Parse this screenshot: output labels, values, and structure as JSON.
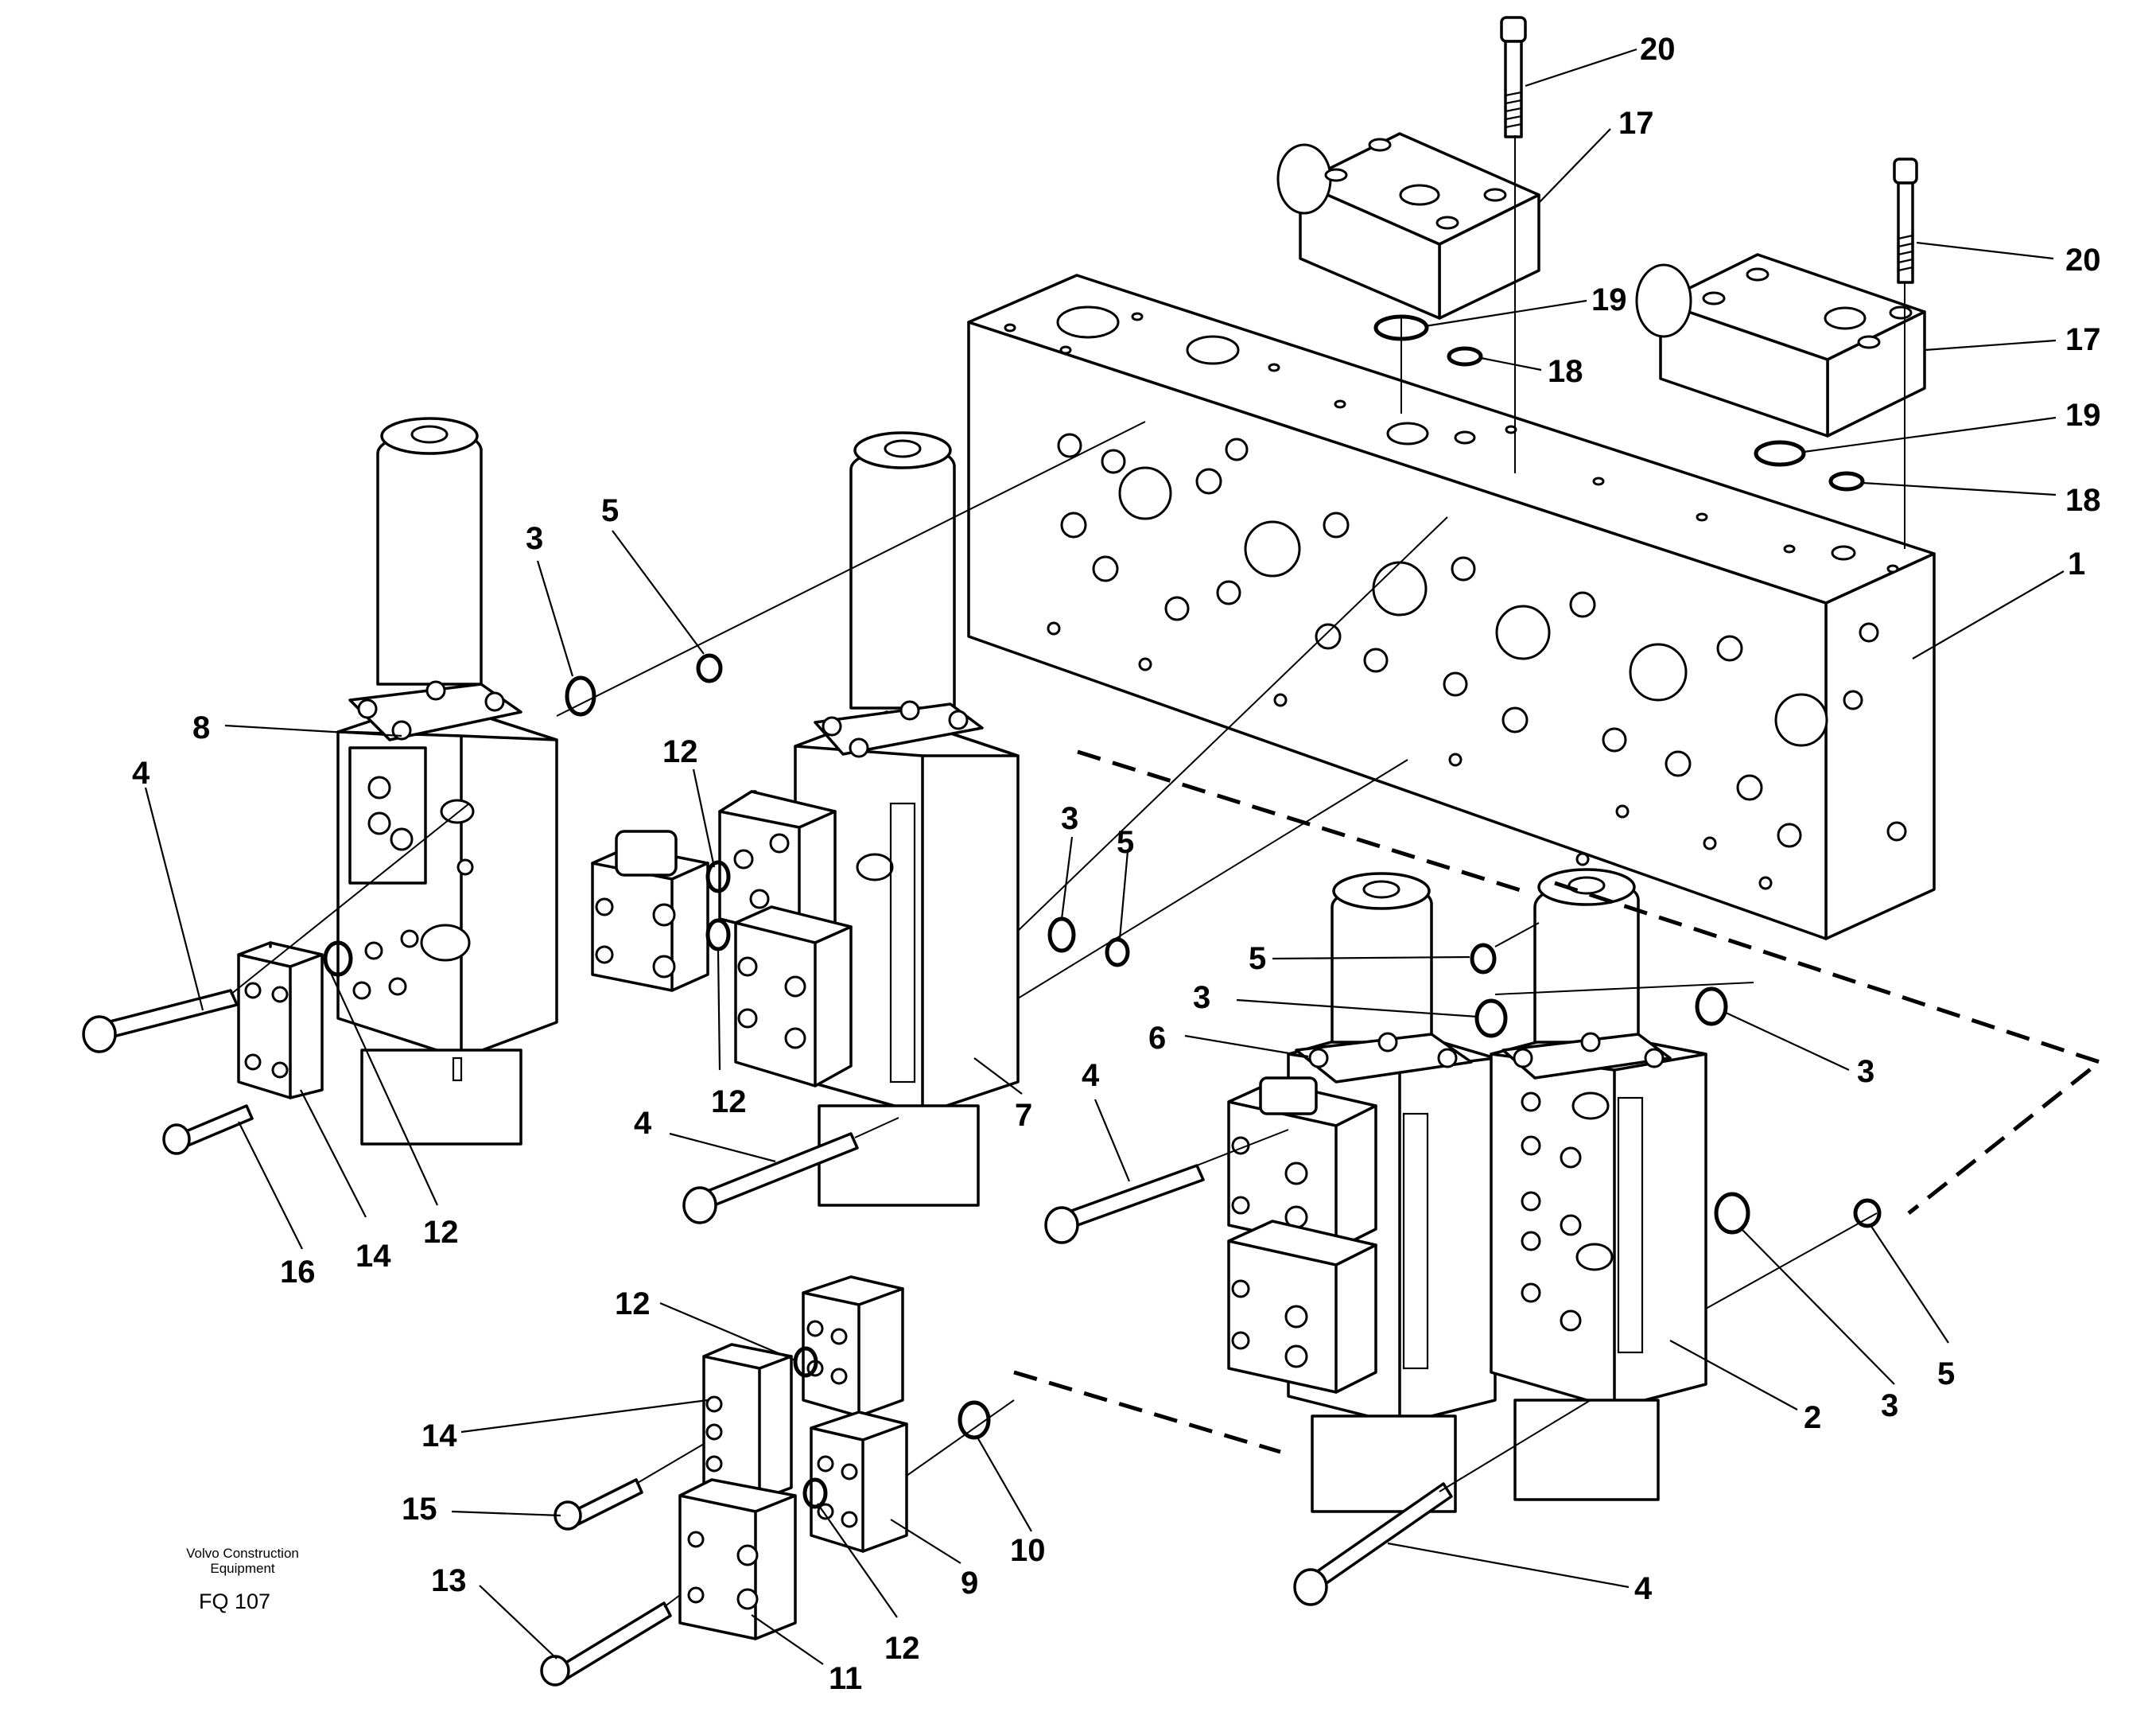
{
  "caption": {
    "company_line1": "Volvo Construction",
    "company_line2": "Equipment",
    "figure_code": "FQ 107"
  },
  "callouts": [
    {
      "name": "callout-20-top",
      "text": "20"
    },
    {
      "name": "callout-17-top",
      "text": "17"
    },
    {
      "name": "callout-20-right",
      "text": "20"
    },
    {
      "name": "callout-19-top",
      "text": "19"
    },
    {
      "name": "callout-17-right",
      "text": "17"
    },
    {
      "name": "callout-18-top",
      "text": "18"
    },
    {
      "name": "callout-19-right",
      "text": "19"
    },
    {
      "name": "callout-18-right",
      "text": "18"
    },
    {
      "name": "callout-1",
      "text": "1"
    },
    {
      "name": "callout-3-left",
      "text": "3"
    },
    {
      "name": "callout-5-left",
      "text": "5"
    },
    {
      "name": "callout-8",
      "text": "8"
    },
    {
      "name": "callout-4-left",
      "text": "4"
    },
    {
      "name": "callout-12-upper",
      "text": "12"
    },
    {
      "name": "callout-3-mid",
      "text": "3"
    },
    {
      "name": "callout-5-mid",
      "text": "5"
    },
    {
      "name": "callout-12-middle",
      "text": "12"
    },
    {
      "name": "callout-4-mid",
      "text": "4"
    },
    {
      "name": "callout-7",
      "text": "7"
    },
    {
      "name": "callout-16",
      "text": "16"
    },
    {
      "name": "callout-14-upper",
      "text": "14"
    },
    {
      "name": "callout-12-lower-left",
      "text": "12"
    },
    {
      "name": "callout-5-right-block",
      "text": "5"
    },
    {
      "name": "callout-3-right-block",
      "text": "3"
    },
    {
      "name": "callout-6",
      "text": "6"
    },
    {
      "name": "callout-4-right",
      "text": "4"
    },
    {
      "name": "callout-3-far-right",
      "text": "3"
    },
    {
      "name": "callout-3-bottom-right",
      "text": "3"
    },
    {
      "name": "callout-5-bottom-right",
      "text": "5"
    },
    {
      "name": "callout-2",
      "text": "2"
    },
    {
      "name": "callout-12-bottom",
      "text": "12"
    },
    {
      "name": "callout-14-bottom",
      "text": "14"
    },
    {
      "name": "callout-15",
      "text": "15"
    },
    {
      "name": "callout-10",
      "text": "10"
    },
    {
      "name": "callout-9",
      "text": "9"
    },
    {
      "name": "callout-13",
      "text": "13"
    },
    {
      "name": "callout-12-very-bottom",
      "text": "12"
    },
    {
      "name": "callout-11",
      "text": "11"
    },
    {
      "name": "callout-4-bottom",
      "text": "4"
    }
  ]
}
